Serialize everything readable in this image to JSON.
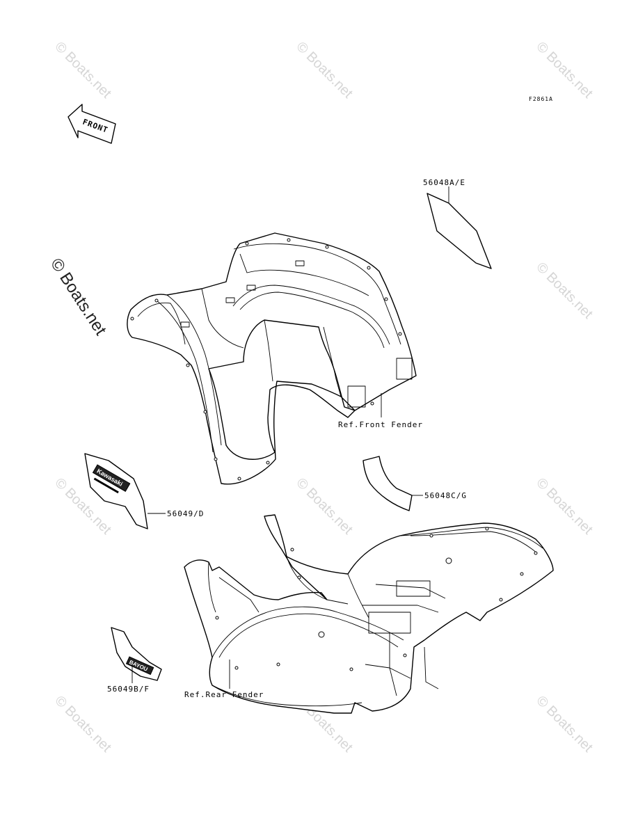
{
  "drawing": {
    "figure_id": "F2861A",
    "front_arrow_text": "FRONT"
  },
  "watermark": {
    "text": "© Boats.net",
    "main_text": "© Boats.net"
  },
  "callouts": {
    "front_fender_decal": "56048A/E",
    "front_fender_ref": "Ref.Front Fender",
    "side_decal": "56048C/G",
    "kawasaki_decal": "56049/D",
    "bayou_decal": "56049B/F",
    "rear_fender_ref": "Ref.Rear Fender"
  },
  "decal_text": {
    "brand": "Kawasaki",
    "model": "BAYOU"
  }
}
